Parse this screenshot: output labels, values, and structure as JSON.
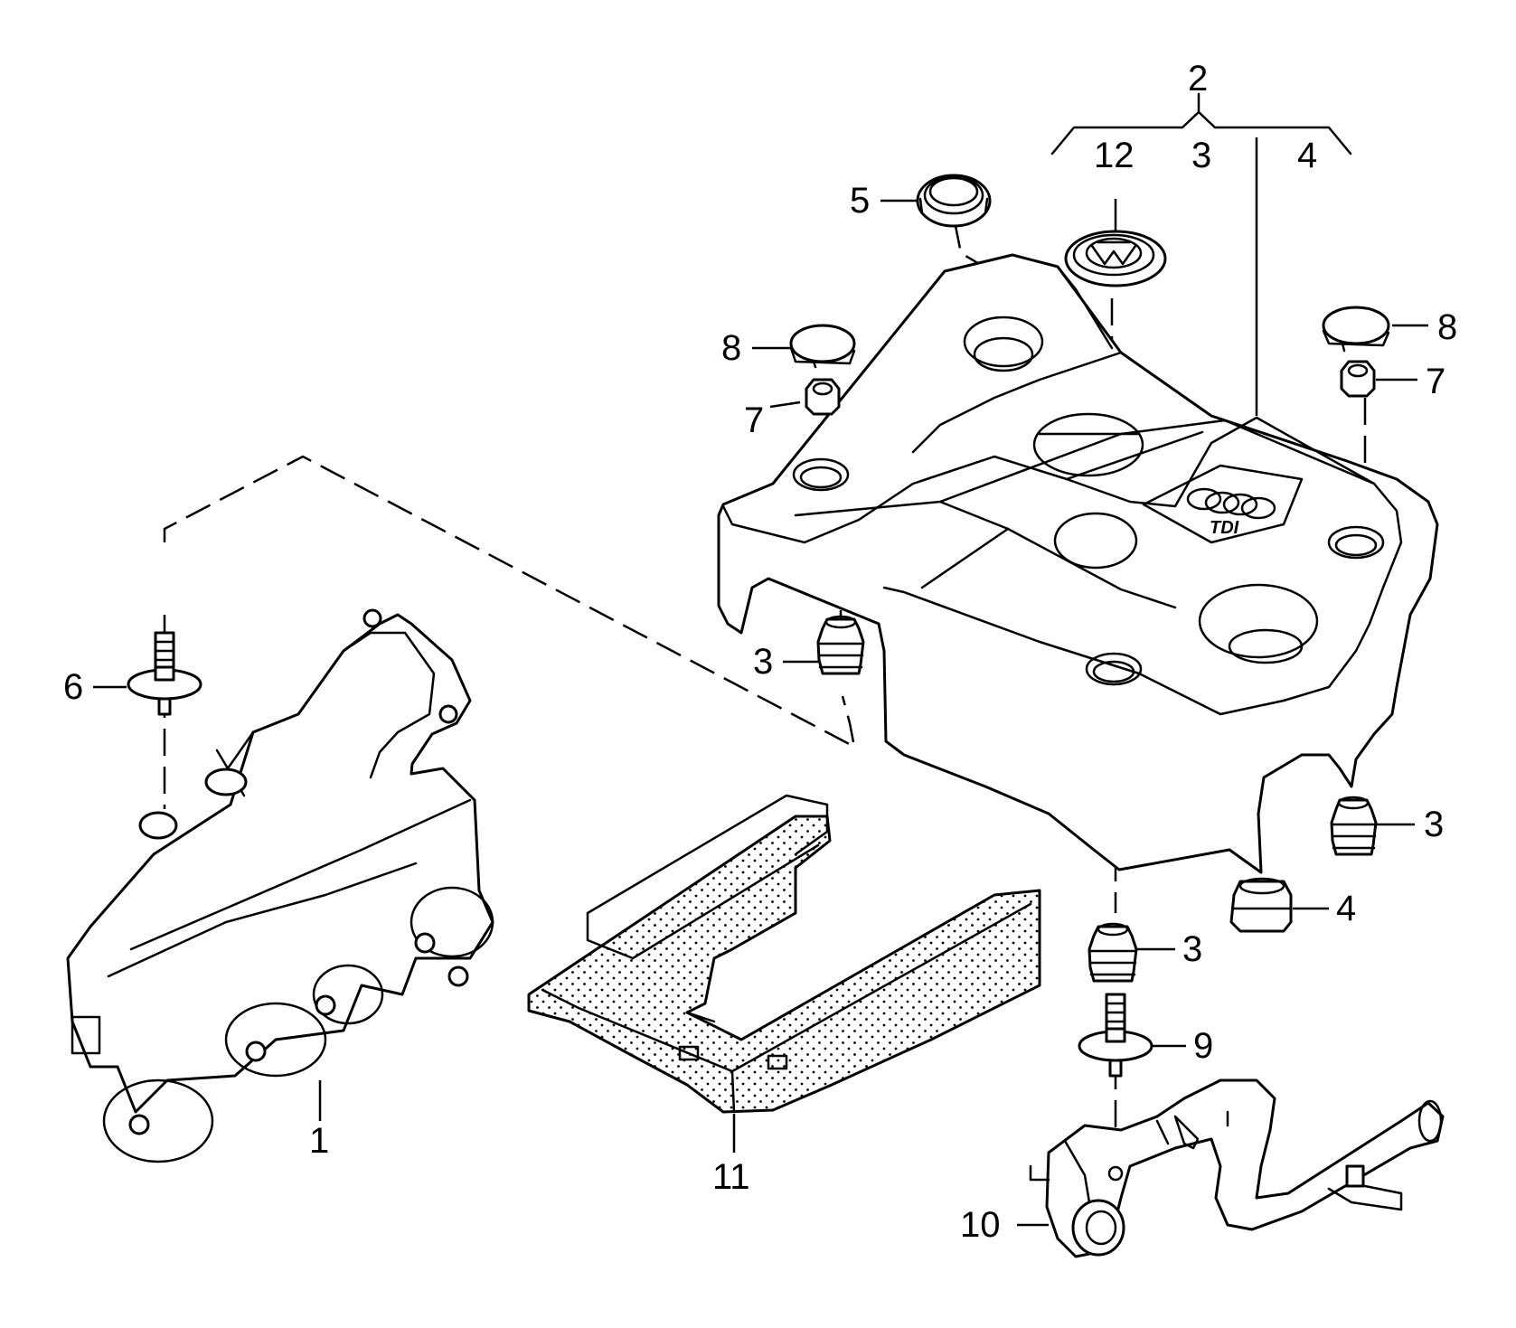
{
  "callouts": {
    "c1": "1",
    "c2": "2",
    "c3_group": "3",
    "c3_a": "3",
    "c3_b": "3",
    "c3_c": "3",
    "c4_group": "4",
    "c4": "4",
    "c5": "5",
    "c6": "6",
    "c7_left": "7",
    "c7_right": "7",
    "c8_left": "8",
    "c8_right": "8",
    "c9": "9",
    "c10": "10",
    "c11": "11",
    "c12": "12"
  },
  "cover_badge": "TDI"
}
